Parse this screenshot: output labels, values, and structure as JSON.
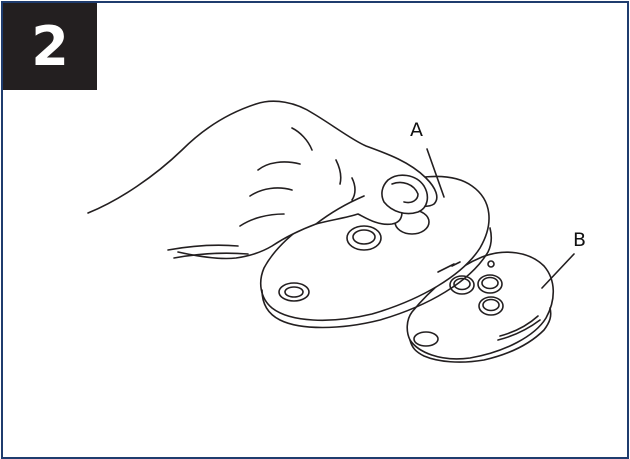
{
  "step": {
    "number": "2"
  },
  "callouts": {
    "a": "A",
    "b": "B"
  },
  "colors": {
    "frame_border": "#1f3c6e",
    "step_box": "#231f20",
    "ink": "#231f20",
    "fill": "#ffffff"
  },
  "objects": [
    "hand",
    "remote-a",
    "remote-b"
  ]
}
